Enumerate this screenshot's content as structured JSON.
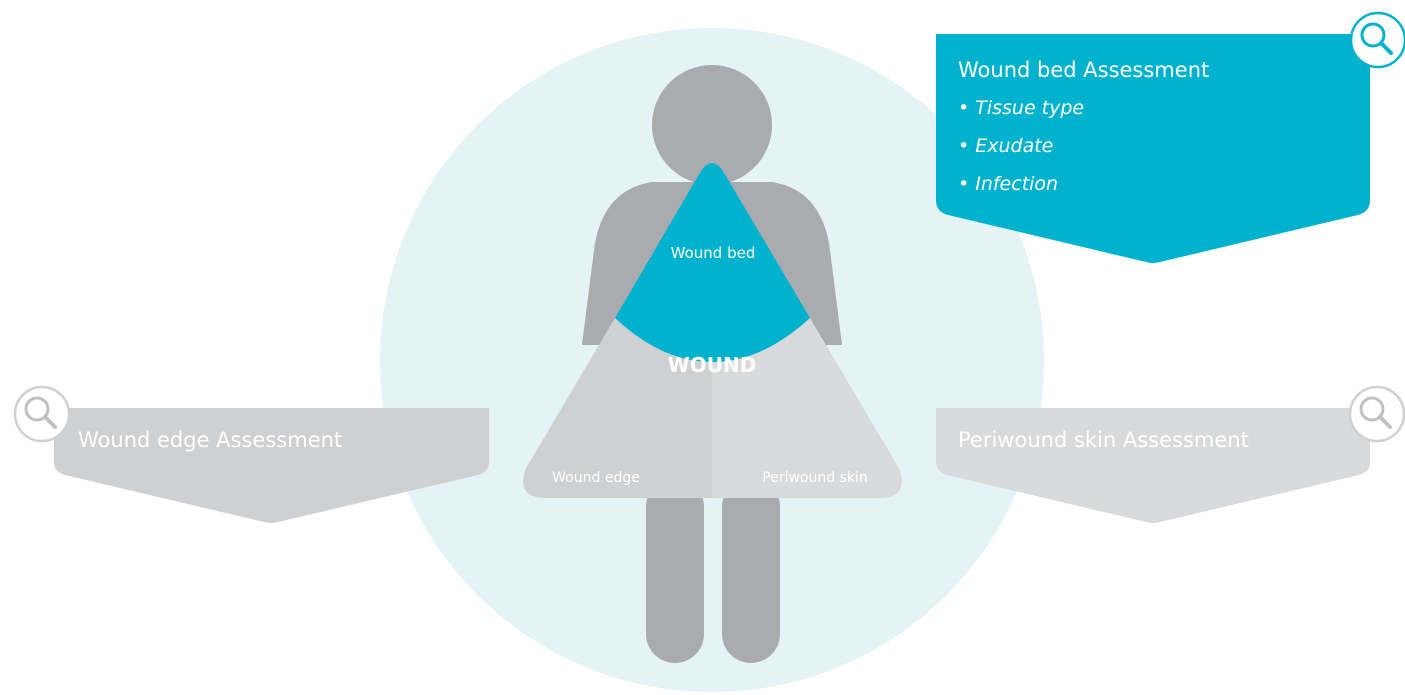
{
  "colors": {
    "accent": "#00b2cd",
    "circle_bg": "#e4f3f6",
    "figure_gray": "#a9abae",
    "panel_gray": "#cfd0d2",
    "panel_gray_light": "#d9dadb",
    "white": "#ffffff"
  },
  "figure": {
    "center_label": "WOUND",
    "bed_label": "Wound bed",
    "edge_label": "Wound edge",
    "periwound_label": "Periwound skin"
  },
  "panels": {
    "wound_bed": {
      "title": "Wound bed Assessment",
      "items": [
        {
          "bullet": "•",
          "text": "Tissue type"
        },
        {
          "bullet": "•",
          "text": "Exudate"
        },
        {
          "bullet": "•",
          "text": "Infection"
        }
      ],
      "icon": "magnifier-icon"
    },
    "wound_edge": {
      "title": "Wound edge Assessment",
      "icon": "magnifier-icon"
    },
    "periwound": {
      "title": "Periwound skin Assessment",
      "icon": "magnifier-icon"
    }
  }
}
